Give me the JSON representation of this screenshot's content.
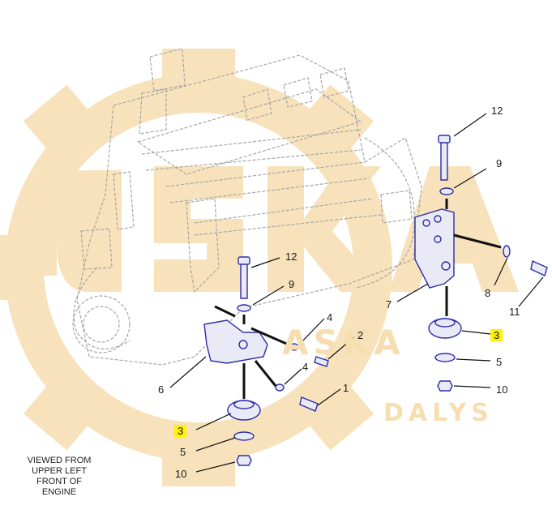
{
  "watermark": {
    "brand": "ASKA",
    "sub": "DALYS",
    "color": "#f7e2bb"
  },
  "accent": {
    "parts": "#2c2ca8",
    "highlight": "#fff200"
  },
  "callouts": [
    "12",
    "9",
    "7",
    "8",
    "11",
    "3",
    "5",
    "10",
    "12",
    "9",
    "4",
    "2",
    "4",
    "6",
    "1",
    "3",
    "5",
    "10"
  ],
  "caption": [
    "VIEWED FROM",
    "UPPER LEFT",
    "FRONT OF",
    "ENGINE"
  ]
}
